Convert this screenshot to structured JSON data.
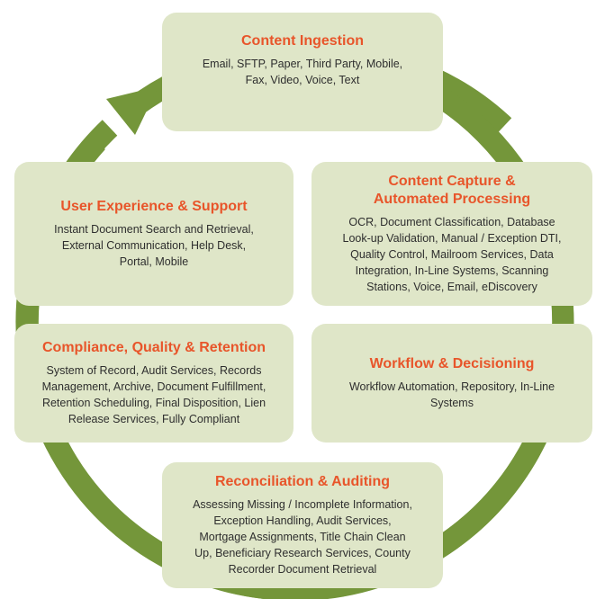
{
  "colors": {
    "ring": "#74963a",
    "box_fill": "#dfe6c8",
    "title": "#e8552a",
    "body_text": "#2e2e2e"
  },
  "boxes": {
    "ingestion": {
      "title": "Content Ingestion",
      "lines": [
        "Email, SFTP, Paper, Third Party, Mobile,",
        "Fax, Video, Voice, Text"
      ]
    },
    "capture": {
      "title_lines": [
        "Content Capture &",
        "Automated Processing"
      ],
      "lines": [
        "OCR, Document Classification, Database",
        "Look-up Validation, Manual / Exception DTI,",
        "Quality Control, Mailroom Services, Data",
        "Integration, In-Line Systems, Scanning",
        "Stations, Voice, Email, eDiscovery"
      ]
    },
    "ux": {
      "title": "User Experience & Support",
      "lines": [
        "Instant Document Search and Retrieval,",
        "External Communication, Help Desk,",
        "Portal, Mobile"
      ]
    },
    "workflow": {
      "title": "Workflow & Decisioning",
      "lines": [
        "Workflow Automation, Repository,  In-Line",
        "Systems"
      ]
    },
    "compliance": {
      "title": "Compliance, Quality & Retention",
      "lines": [
        "System of Record, Audit Services, Records",
        "Management, Archive, Document Fulfillment,",
        "Retention Scheduling, Final Disposition, Lien",
        "Release Services, Fully Compliant"
      ]
    },
    "recon": {
      "title": "Reconciliation & Auditing",
      "lines": [
        "Assessing Missing / Incomplete Information,",
        "Exception Handling, Audit Services,",
        "Mortgage Assignments, Title Chain Clean",
        "Up, Beneficiary Research Services, County",
        "Recorder Document Retrieval"
      ]
    }
  }
}
